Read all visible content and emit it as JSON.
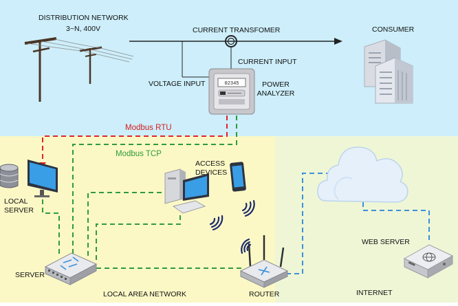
{
  "zones": {
    "top_color": "#cdeefa",
    "lan_color": "#fbf8c6",
    "internet_color": "#eef6d6"
  },
  "labels": {
    "distribution_line1": "DISTRIBUTION NETWORK",
    "distribution_line2": "3~N, 400V",
    "current_transformer": "CURRENT TRANSFOMER",
    "consumer": "CONSUMER",
    "current_input": "CURRENT INPUT",
    "voltage_input": "VOLTAGE INPUT",
    "power_analyzer_line1": "POWER",
    "power_analyzer_line2": "ANALYZER",
    "modbus_rtu": "Modbus RTU",
    "modbus_tcp": "Modbus TCP",
    "access_devices_line1": "ACCESS",
    "access_devices_line2": "DEVICES",
    "local_server_line1": "LOCAL",
    "local_server_line2": "SERVER",
    "server": "SERVER",
    "local_area_network": "LOCAL AREA NETWORK",
    "router": "ROUTER",
    "web_server": "WEB SERVER",
    "internet": "INTERNET"
  },
  "meter_display": "02345",
  "link_colors": {
    "rtu": "#e02424",
    "tcp": "#2e9b3a",
    "internet": "#3b8fd9",
    "power_line": "#222222"
  }
}
